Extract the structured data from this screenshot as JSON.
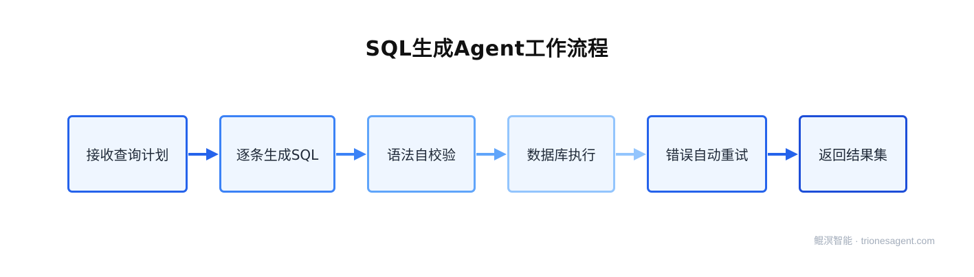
{
  "title": "SQL生成Agent工作流程",
  "steps": [
    {
      "label": "接收查询计划",
      "color": "#2563eb"
    },
    {
      "label": "逐条生成SQL",
      "color": "#3b82f6"
    },
    {
      "label": "语法自校验",
      "color": "#60a5fa"
    },
    {
      "label": "数据库执行",
      "color": "#93c5fd"
    },
    {
      "label": "错误自动重试",
      "color": "#2563eb"
    },
    {
      "label": "返回结果集",
      "color": "#1d4ed8"
    }
  ],
  "arrow_colors": [
    "#2563eb",
    "#3b82f6",
    "#60a5fa",
    "#93c5fd",
    "#2563eb"
  ],
  "footer": "鲲溟智能 · trionesagent.com"
}
